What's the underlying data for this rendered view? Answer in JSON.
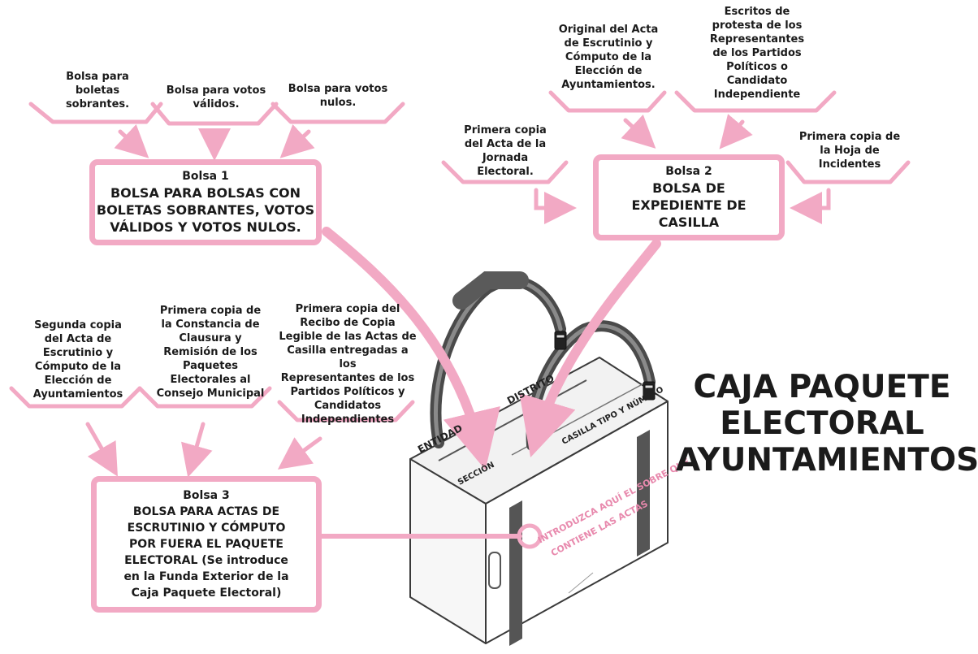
{
  "accent_color": "#f2a9c4",
  "title": "CAJA PAQUETE\nELECTORAL\nAYUNTAMIENTOS",
  "top_items": {
    "bolsa_sobrantes": "Bolsa para\nboletas\nsobrantes.",
    "bolsa_validos": "Bolsa para votos\nválidos.",
    "bolsa_nulos": "Bolsa para votos\nnulos.",
    "original_acta": "Original del Acta\nde Escrutinio y\nCómputo de la\nElección de\nAyuntamientos.",
    "escritos_protesta": "Escritos de\nprotesta de los\nRepresentantes\nde los Partidos\nPolíticos o\nCandidato\nIndependiente",
    "primera_copia_jornada": "Primera copia\ndel Acta de la\nJornada\nElectoral.",
    "primera_copia_incidentes": "Primera copia de\nla Hoja de\nIncidentes"
  },
  "bottom_items": {
    "segunda_copia": "Segunda copia\ndel Acta de\nEscrutinio y\nCómputo de la\nElección de\nAyuntamientos",
    "constancia_clausura": "Primera copia de\nla Constancia de\nClausura y\nRemisión de los\nPaquetes\nElectorales al\nConsejo Municipal",
    "recibo_copia": "Primera copia del\nRecibo de Copia\nLegible de las Actas de\nCasilla entregadas a los\nRepresentantes de los\nPartidos Políticos y\nCandidatos\nIndependientes"
  },
  "bolsa1": {
    "title": "Bolsa 1",
    "desc": "BOLSA PARA BOLSAS CON\nBOLETAS SOBRANTES, VOTOS\nVÁLIDOS Y VOTOS NULOS."
  },
  "bolsa2": {
    "title": "Bolsa 2",
    "desc": "BOLSA DE\nEXPEDIENTE DE\nCASILLA"
  },
  "bolsa3": {
    "title": "Bolsa 3",
    "desc": "BOLSA PARA ACTAS DE\nESCRUTINIO Y CÓMPUTO\nPOR FUERA EL PAQUETE\nELECTORAL (Se introduce\nen la Funda Exterior de la\nCaja Paquete Electoral)"
  },
  "box_labels": {
    "entidad": "ENTIDAD",
    "distrito": "DISTRITO",
    "seccion": "SECCIÓN",
    "casilla": "CASILLA TIPO Y NÚMERO",
    "sobre_line1": "INTRODUZCA AQUÍ EL SOBRE QUE",
    "sobre_line2": "CONTIENE LAS ACTAS"
  },
  "icons": [
    "arrow-icon",
    "ballot-box-icon",
    "strap-icon",
    "buckle-icon"
  ]
}
